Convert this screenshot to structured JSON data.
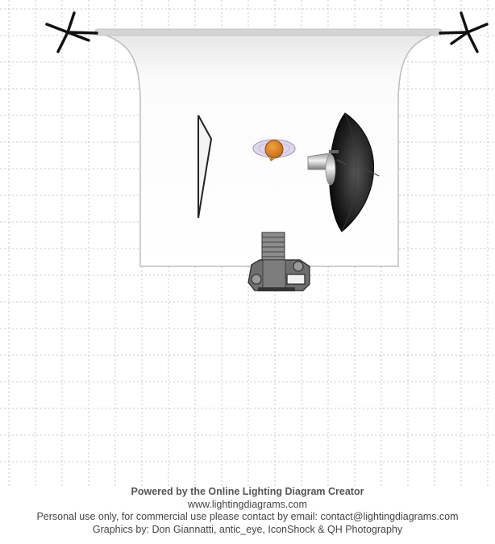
{
  "diagram": {
    "items": [
      {
        "name": "background-stand-left",
        "icon": "light-stand-icon"
      },
      {
        "name": "background-stand-right",
        "icon": "light-stand-icon"
      },
      {
        "name": "seamless-paper-backdrop",
        "icon": "backdrop-icon"
      },
      {
        "name": "reflector-panel",
        "icon": "reflector-icon"
      },
      {
        "name": "subject",
        "icon": "person-icon"
      },
      {
        "name": "strobe-with-umbrella",
        "icon": "umbrella-light-icon"
      },
      {
        "name": "camera",
        "icon": "camera-icon"
      }
    ],
    "colors": {
      "grid": "#c8c8c8",
      "backdrop_fill": "#ffffff",
      "backdrop_edge": "#bdbdbd",
      "subject_head": "#d97c1c",
      "subject_shoulders": "#d8d0ea",
      "umbrella": "#1a1a1a",
      "stand": "#111111"
    }
  },
  "credits": {
    "line1": "Powered by the Online Lighting Diagram Creator",
    "line2": "www.lightingdiagrams.com",
    "line3": "Personal use only, for commercial use please contact by email: contact@lightingdiagrams.com",
    "line4": "Graphics by: Don Giannatti, antic_eye, IconShock & QH Photography"
  }
}
